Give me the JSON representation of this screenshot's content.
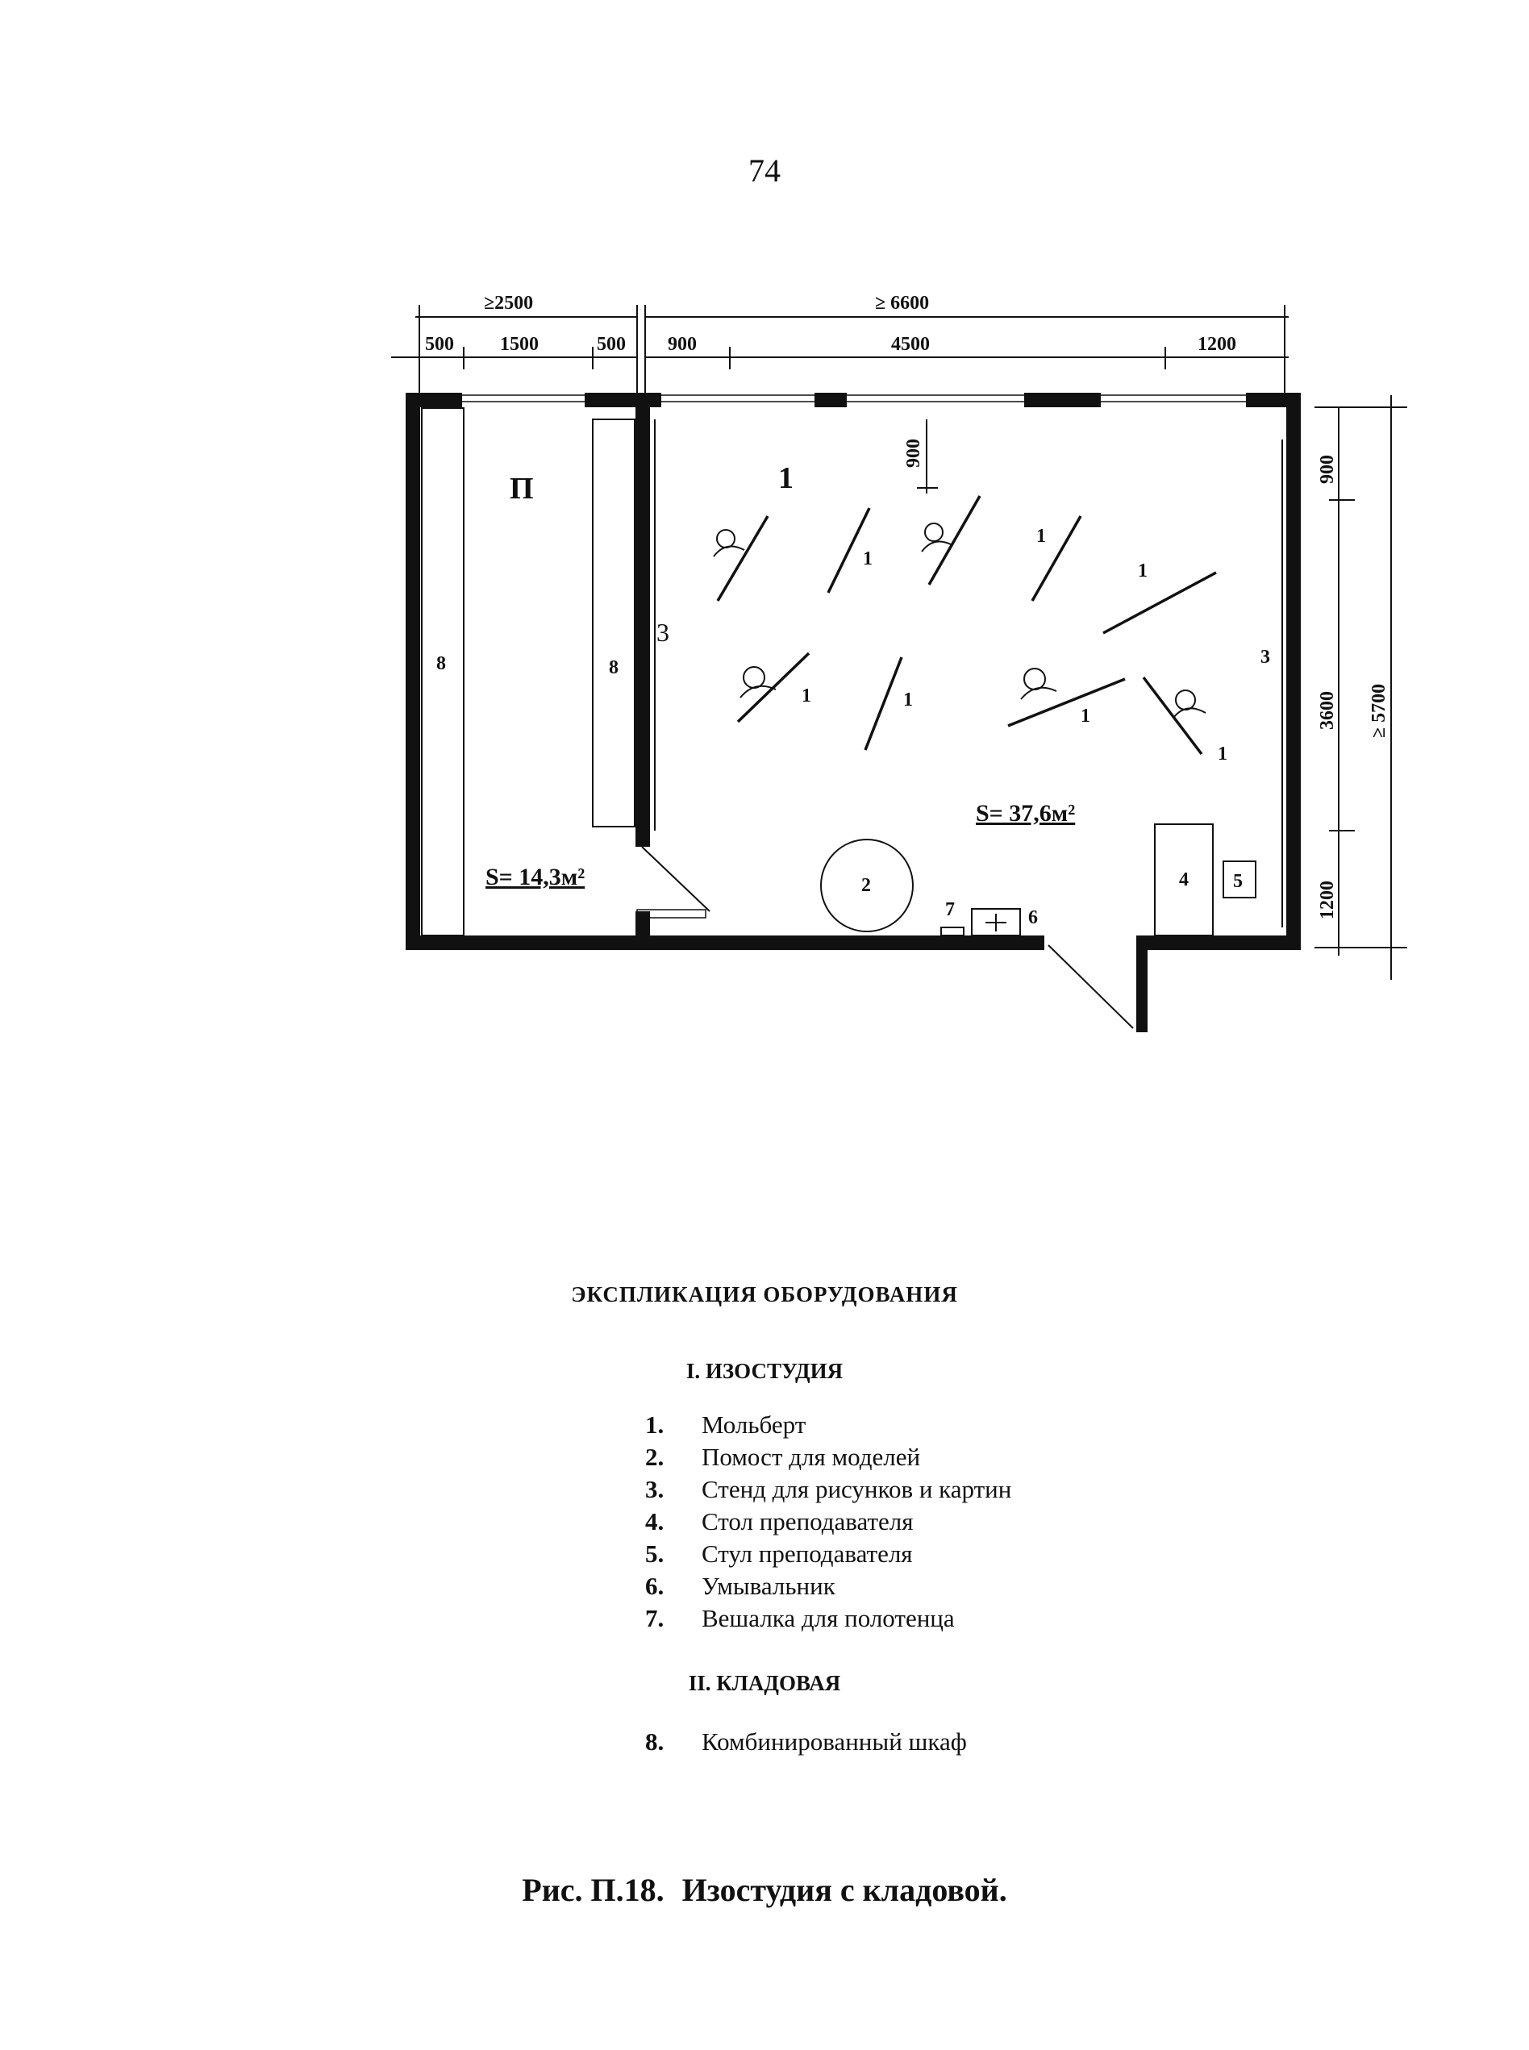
{
  "page_number": "74",
  "dimensions": {
    "top_total_left": "≥2500",
    "top_total_right": "≥ 6600",
    "top_left_segments": [
      "500",
      "1500",
      "500"
    ],
    "top_right_segments": [
      "900",
      "4500",
      "1200"
    ],
    "window_offset": "900",
    "right_segments": [
      "900",
      "3600",
      "1200"
    ],
    "right_total": "≥ 5700"
  },
  "rooms": {
    "studio_label": "1",
    "storage_label": "П",
    "studio_area": "S= 37,6м²",
    "storage_area": "S= 14,3м²"
  },
  "plan_marks": {
    "easel": "1",
    "platform": "2",
    "stand": "3",
    "teacher_desk": "4",
    "teacher_chair": "5",
    "washbasin": "6",
    "towel_hanger": "7",
    "cabinet": "8"
  },
  "explication": {
    "title": "ЭКСПЛИКАЦИЯ ОБОРУДОВАНИЯ",
    "section1_title": "I. ИЗОСТУДИЯ",
    "section1_items": [
      {
        "num": "1.",
        "label": "Мольберт"
      },
      {
        "num": "2.",
        "label": "Помост для моделей"
      },
      {
        "num": "3.",
        "label": "Стенд для рисунков и картин"
      },
      {
        "num": "4.",
        "label": "Стол преподавателя"
      },
      {
        "num": "5.",
        "label": "Стул преподавателя"
      },
      {
        "num": "6.",
        "label": "Умывальник"
      },
      {
        "num": "7.",
        "label": "Вешалка для полотенца"
      }
    ],
    "section2_title": "II. КЛАДОВАЯ",
    "section2_items": [
      {
        "num": "8.",
        "label": "Комбинированный шкаф"
      }
    ]
  },
  "caption": {
    "figure": "Рис. П.18.",
    "text": "Изостудия с кладовой."
  }
}
